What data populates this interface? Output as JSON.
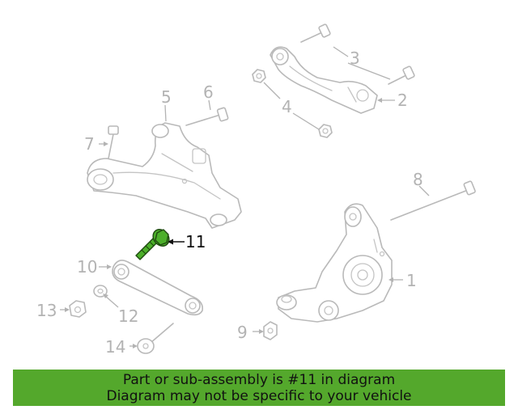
{
  "diagram": {
    "highlight_color": "#4caf2a",
    "part_color": "#b9b9b9",
    "labels": {
      "l1": "1",
      "l2": "2",
      "l3": "3",
      "l4": "4",
      "l5": "5",
      "l6": "6",
      "l7": "7",
      "l8": "8",
      "l9": "9",
      "l10": "10",
      "l11": "11",
      "l12": "12",
      "l13": "13",
      "l14": "14"
    }
  },
  "banner": {
    "background": "#54a82c",
    "line1": "Part or sub-assembly is #11 in diagram",
    "line2": "Diagram may not be specific to your vehicle"
  }
}
